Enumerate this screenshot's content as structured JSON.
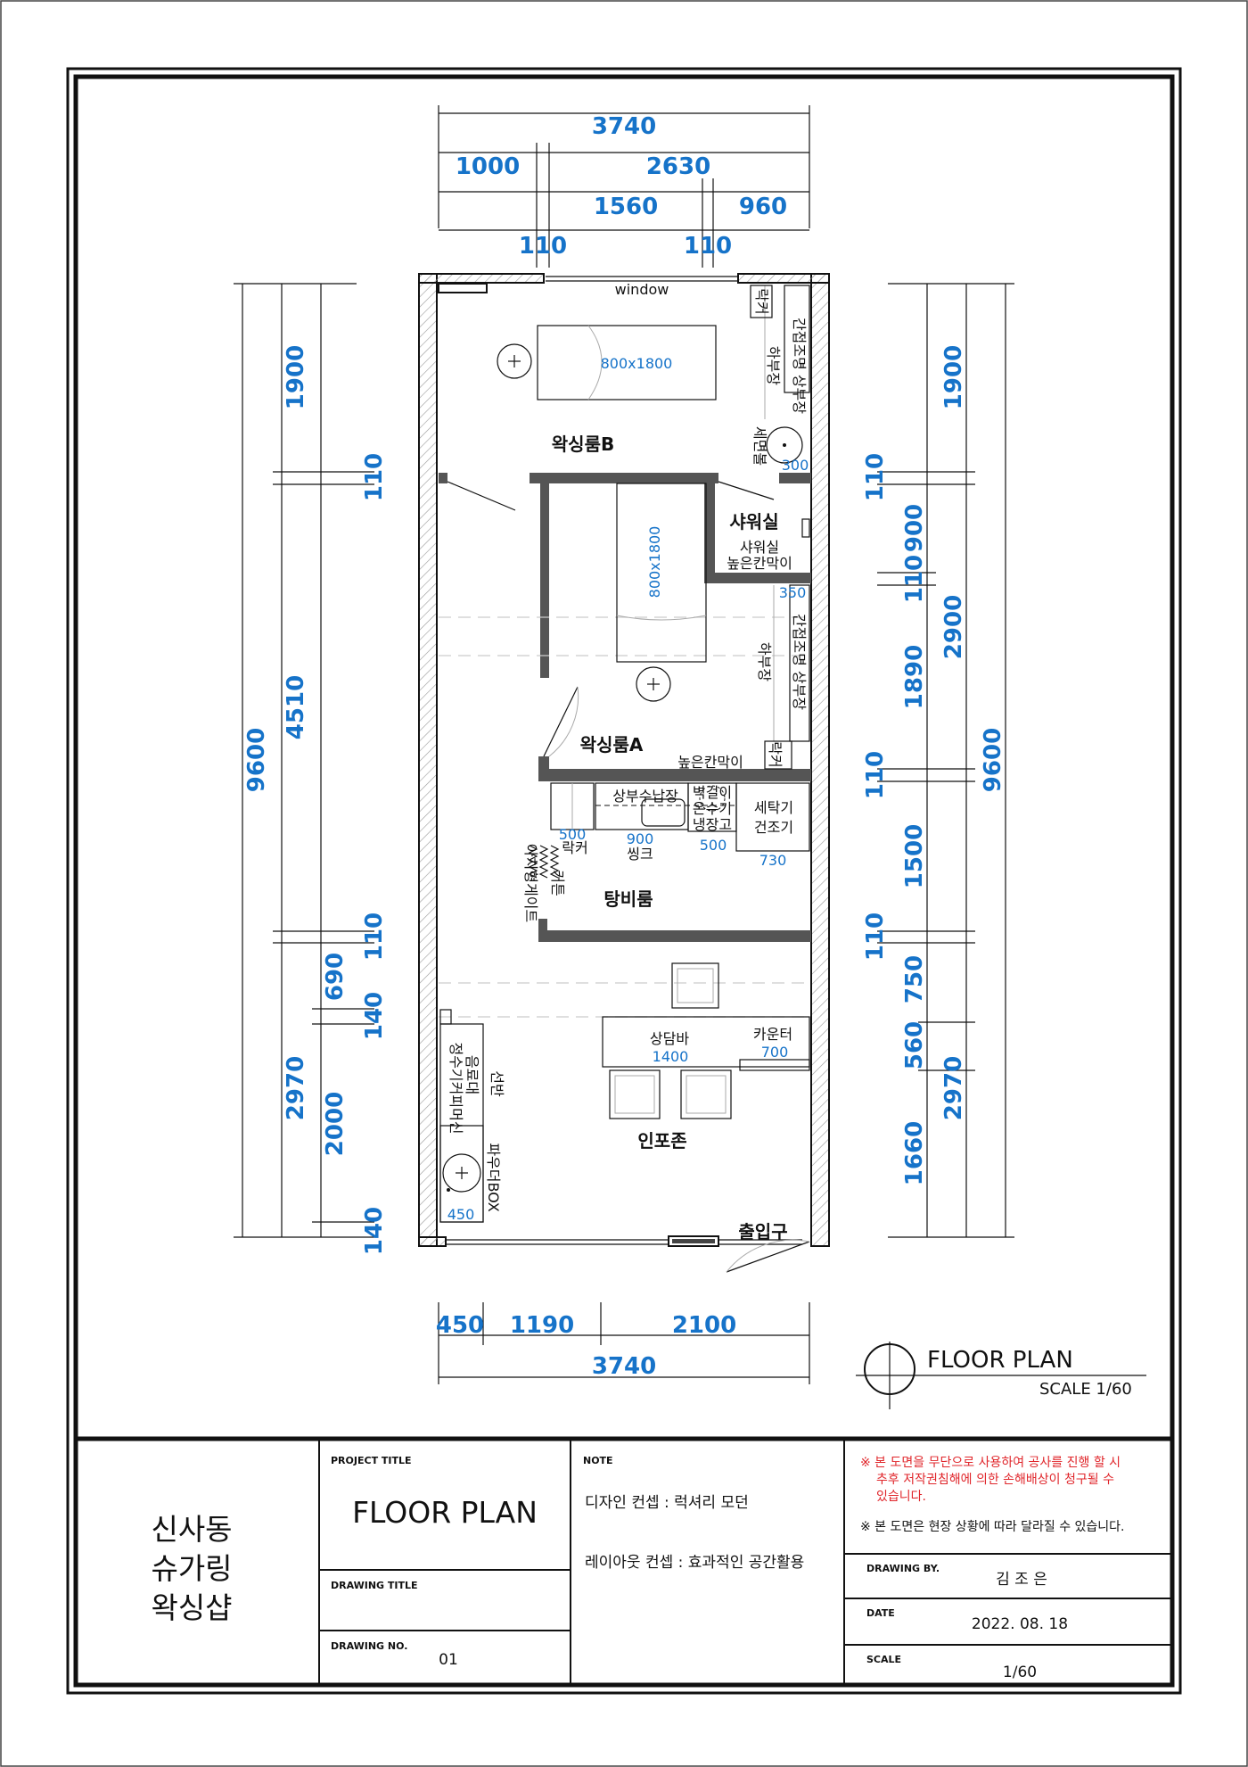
{
  "plan": {
    "top_dims": {
      "total": "3740",
      "left": "1000",
      "right": "2630",
      "mid": "1560",
      "end": "960",
      "gap1": "110",
      "gap2": "110"
    },
    "bottom_dims": {
      "d1": "450",
      "d2": "1190",
      "d3": "2100",
      "total": "3740"
    },
    "left_dims": {
      "total": "9600",
      "a": "1900",
      "b": "110",
      "c": "4510",
      "d": "110",
      "e": "2970",
      "f": "690",
      "g": "140",
      "h": "2000",
      "i": "140"
    },
    "right_dims": {
      "total": "9600",
      "a": "1900",
      "b": "110",
      "c": "900",
      "d": "110",
      "e": "2900",
      "f": "1890",
      "g": "110",
      "h": "1500",
      "i": "110",
      "j": "750",
      "k": "560",
      "l": "2970",
      "m": "1660"
    },
    "labels": {
      "window": "window",
      "bed_b": "800x1800",
      "room_b": "왁싱룸B",
      "room_a": "왁싱룸A",
      "bed_a": "800x1800",
      "shower": "샤워실",
      "shower_partition_1": "샤워실",
      "shower_partition_2": "높은칸막이",
      "indirect_top": "간접조명 상부장",
      "lower_cab_top": "하부장",
      "indirect_mid": "간접조명 상부장",
      "lower_cab_mid": "하부장",
      "locker_top": "락커",
      "locker_mid": "락커",
      "sink_bowl": "세면볼",
      "sink_bowl_size": "300",
      "size_350": "350",
      "high_partition": "높은칸막이",
      "pantry": "탕비룸",
      "upper_storage": "상부수납장",
      "sink": "씽크",
      "sink_size": "900",
      "locker_low": "락커",
      "locker_low_size": "500",
      "fridge_1": "벽걸이",
      "fridge_2": "온수기",
      "fridge_3": "냉장고",
      "fridge_size": "500",
      "washer_1": "세탁기",
      "washer_2": "건조기",
      "washer_size": "730",
      "curtain_1": "커튼",
      "curtain_2": "아치형게이트",
      "consult_bar": "상담바",
      "consult_size": "1400",
      "counter": "카운터",
      "counter_size": "700",
      "info_zone": "인포존",
      "entrance": "출입구",
      "water_1": "정수기커피머신",
      "water_2": "음료대",
      "shelf": "선반",
      "powder": "파우더BOX",
      "powder_size": "450",
      "plan_title": "FLOOR PLAN",
      "plan_scale": "SCALE 1/60"
    }
  },
  "title_block": {
    "client_1": "신사동",
    "client_2": "슈가링",
    "client_3": "왁싱샵",
    "project_title_label": "PROJECT TITLE",
    "project_title": "FLOOR PLAN",
    "drawing_title_label": "DRAWING TITLE",
    "drawing_no_label": "DRAWING NO.",
    "drawing_no": "01",
    "note_label": "NOTE",
    "note_1": "디자인 컨셉 : 럭셔리 모던",
    "note_2": "레이아웃 컨셉 : 효과적인 공간활용",
    "warning_1": "※ 본 도면을 무단으로 사용하여 공사를 진행 할 시",
    "warning_2": "추후 저작권침해에 의한 손해배상이 청구될 수",
    "warning_3": "있습니다.",
    "notice": "※ 본 도면은 현장 상황에 따라 달라질 수 있습니다.",
    "drawing_by_label": "DRAWING BY.",
    "drawing_by": "김 조 은",
    "date_label": "DATE",
    "date": "2022. 08. 18",
    "scale_label": "SCALE",
    "scale": "1/60"
  }
}
